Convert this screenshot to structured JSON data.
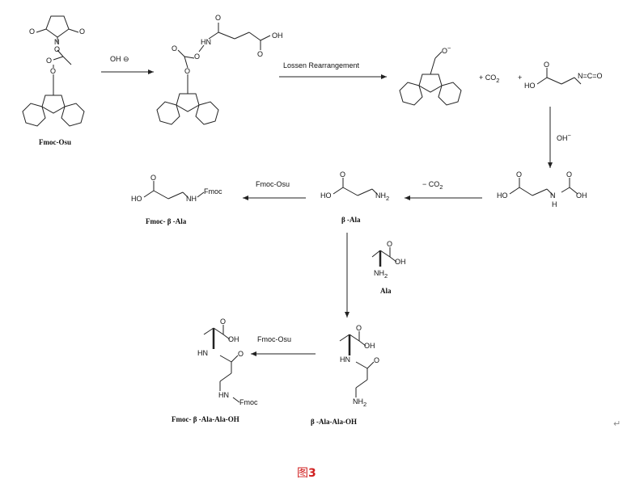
{
  "figure": {
    "prefix": "图",
    "number": "3"
  },
  "back_mark": "↵",
  "reagents": {
    "hydroxide": "OH",
    "hydroxide_charge": "⊖",
    "lossen": "Lossen Rearrangement",
    "co2_plus": "+ CO",
    "co2_sub": "2",
    "plus": "+",
    "hydroxide_2": "OH",
    "hydroxide_2_charge": "−",
    "minus_co2": "− CO",
    "minus_co2_sub": "2",
    "fmoc_osu_1": "Fmoc-Osu",
    "fmoc_osu_2": "Fmoc-Osu"
  },
  "atoms": {
    "o": "O",
    "n": "N",
    "oh": "OH",
    "ho": "HO",
    "hn": "HN",
    "nh": "NH",
    "nh2": "NH",
    "sub2": "2",
    "fmoc": "Fmoc",
    "o_minus": "O",
    "o_minus_charge": "−",
    "isocyanate": "N=C=O",
    "hn_dash_n": "HN",
    "h": "H"
  },
  "captions": {
    "fmoc_osu": "Fmoc-Osu",
    "fmoc_b_ala": "Fmoc- β -Ala",
    "b_ala": "β -Ala",
    "ala": "Ala",
    "b_ala_ala": "β -Ala-Ala-OH",
    "fmoc_b_ala_ala": "Fmoc- β -Ala-Ala-OH"
  }
}
